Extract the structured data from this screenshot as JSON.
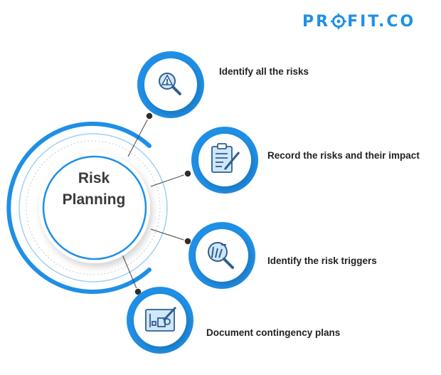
{
  "brand": {
    "prefix": "PR",
    "suffix": "FIT.CO",
    "accent": "#1f8fe6"
  },
  "center": {
    "line1": "Risk",
    "line2": "Planning"
  },
  "steps": [
    {
      "label": "Identify all the risks",
      "icon": "warning-magnifier-icon"
    },
    {
      "label": "Record the risks and their impact",
      "icon": "clipboard-pen-icon"
    },
    {
      "label": "Identify the risk triggers",
      "icon": "target-magnifier-icon"
    },
    {
      "label": "Document contingency plans",
      "icon": "blueprint-pen-icon"
    }
  ]
}
